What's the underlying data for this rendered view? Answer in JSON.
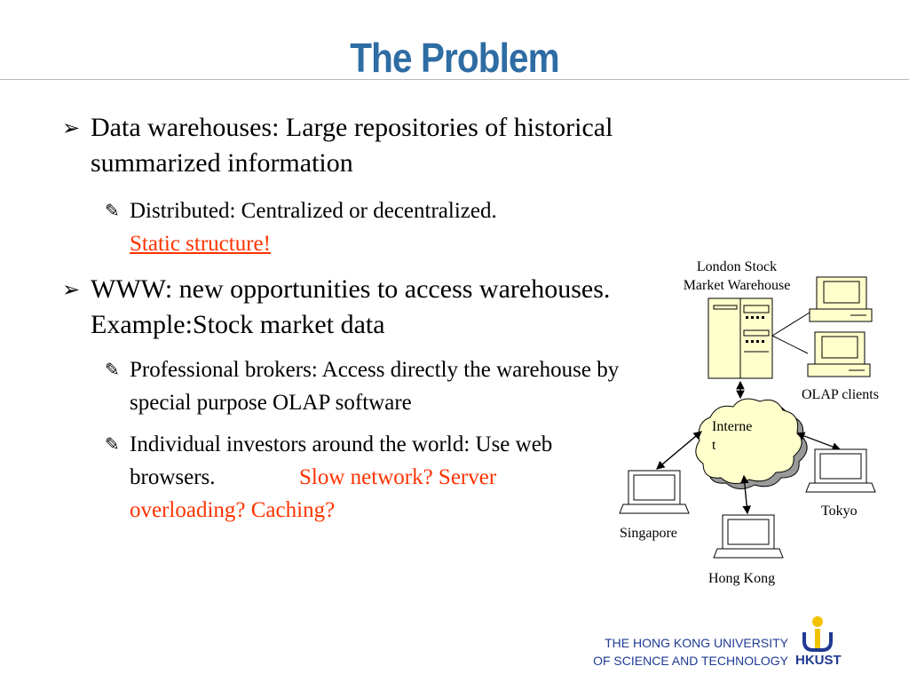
{
  "slide": {
    "title": "The Problem",
    "bullet1": {
      "text": "Data warehouses: Large repositories of historical summarized information",
      "sub1": {
        "text": "Distributed: Centralized or decentralized.",
        "highlight": "Static structure!"
      }
    },
    "bullet2": {
      "text": "WWW: new opportunities to access warehouses. Example:Stock market data",
      "sub1": {
        "text": "Professional brokers: Access directly the warehouse by special purpose OLAP software"
      },
      "sub2": {
        "text": "Individual investors around the world: Use web browsers.",
        "highlight_line1": "Slow network? Server",
        "highlight_line2": "overloading? Caching?"
      }
    }
  },
  "diagram": {
    "warehouse_line1": "London Stock",
    "warehouse_line2": "Market Warehouse",
    "olap": "OLAP clients",
    "internet_line1": "Interne",
    "internet_line2": "t",
    "tokyo": "Tokyo",
    "singapore": "Singapore",
    "hongkong": "Hong Kong"
  },
  "footer": {
    "line1": "THE HONG KONG UNIVERSITY",
    "line2": "OF SCIENCE AND TECHNOLOGY",
    "logo_text": "HKUST"
  },
  "colors": {
    "title": "#2e6ca4",
    "highlight": "#ff3300",
    "footer": "#1f3a93",
    "logo_yellow": "#f2c200"
  }
}
